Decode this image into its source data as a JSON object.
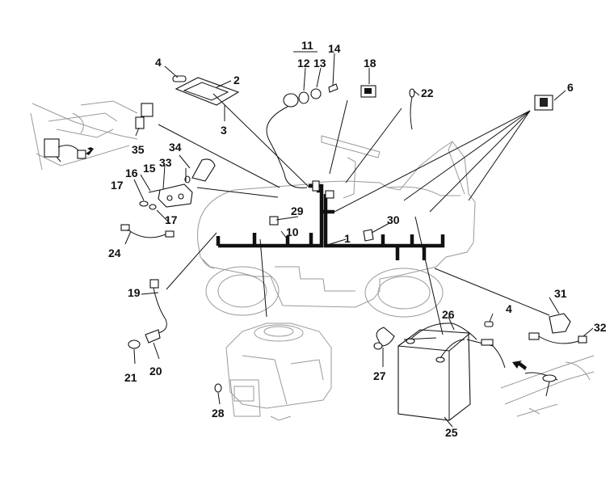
{
  "labels": {
    "l1": "1",
    "l2": "2",
    "l3": "3",
    "l4a": "4",
    "l4b": "4",
    "l6": "6",
    "l10": "10",
    "l11": "11",
    "l12": "12",
    "l13": "13",
    "l14": "14",
    "l15": "15",
    "l16": "16",
    "l17a": "17",
    "l17b": "17",
    "l18": "18",
    "l19": "19",
    "l20": "20",
    "l21": "21",
    "l22": "22",
    "l24": "24",
    "l25": "25",
    "l26": "26",
    "l27": "27",
    "l28": "28",
    "l29": "29",
    "l30": "30",
    "l31": "31",
    "l32": "32",
    "l33": "33",
    "l34": "34",
    "l35": "35"
  },
  "icons": [
    "arrow-indicator-icon",
    "arrow-indicator-icon"
  ],
  "colors": {
    "ink": "#111111",
    "ghost": "#9a9a9a"
  }
}
